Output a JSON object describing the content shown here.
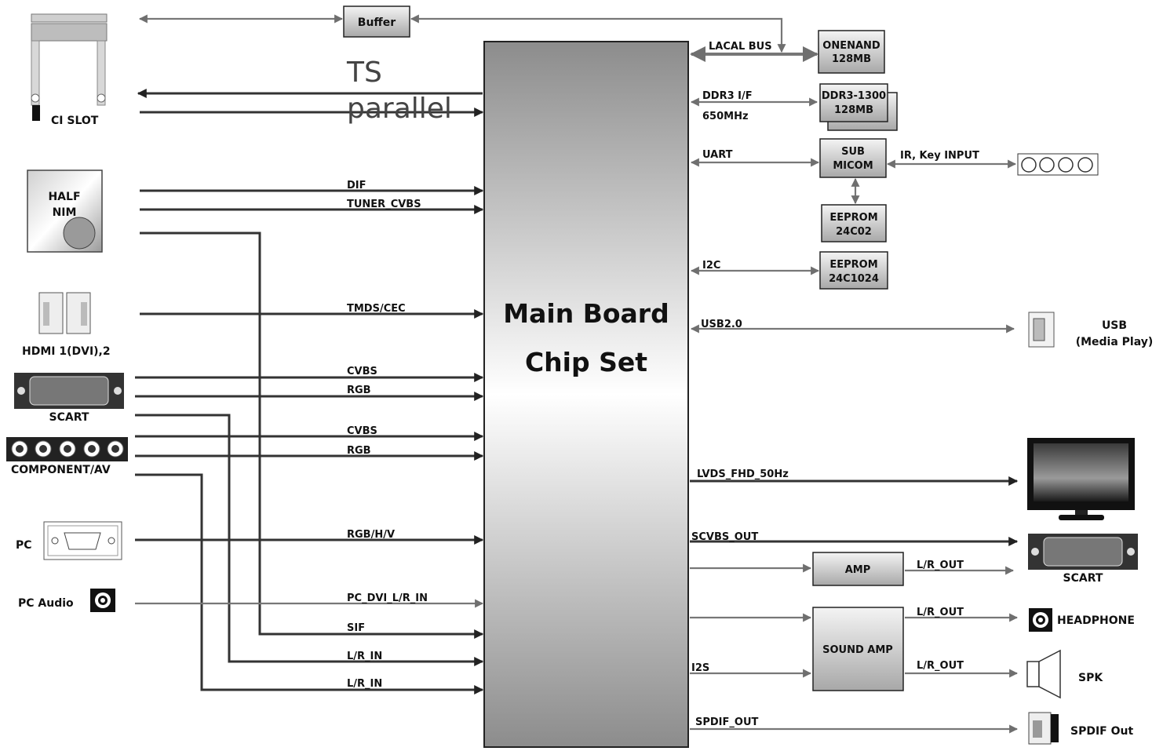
{
  "main_block": {
    "line1": "Main Board",
    "line2": "Chip Set"
  },
  "ts": {
    "line1": "TS",
    "line2": "parallel"
  },
  "buffer": "Buffer",
  "left": {
    "ci_slot": "CI SLOT",
    "half_nim_1": "HALF",
    "half_nim_2": "NIM",
    "hdmi": "HDMI 1(DVI),2",
    "scart": "SCART",
    "component": "COMPONENT/AV",
    "pc": "PC",
    "pc_audio": "PC Audio"
  },
  "left_signals": {
    "dif": "DIF",
    "tuner_cvbs": "TUNER_CVBS",
    "tmds": "TMDS/CEC",
    "cvbs1": "CVBS",
    "rgb1": "RGB",
    "cvbs2": "CVBS",
    "rgb2": "RGB",
    "rgbhv": "RGB/H/V",
    "pc_dvi": "PC_DVI_L/R_IN",
    "sif": "SIF",
    "lr_in1": "L/R_IN",
    "lr_in2": "L/R_IN"
  },
  "right_signals": {
    "lacal_bus": "LACAL BUS",
    "ddr3_if": "DDR3 I/F",
    "mhz": "650MHz",
    "uart": "UART",
    "ir_key": "IR, Key INPUT",
    "i2c": "I2C",
    "usb20": "USB2.0",
    "lvds": "LVDS_FHD_50Hz",
    "scvbs_out": "SCVBS_OUT",
    "lr_out1": "L/R_OUT",
    "lr_out2": "L/R_OUT",
    "lr_out3": "L/R_OUT",
    "i2s": "I2S",
    "spdif_out_sig": "SPDIF_OUT"
  },
  "chips": {
    "onenand_1": "ONENAND",
    "onenand_2": "128MB",
    "ddr3_1": "DDR3-1300",
    "ddr3_2": "128MB",
    "submicom_1": "SUB",
    "submicom_2": "MICOM",
    "eeprom1_1": "EEPROM",
    "eeprom1_2": "24C02",
    "eeprom2_1": "EEPROM",
    "eeprom2_2": "24C1024",
    "amp": "AMP",
    "sound_amp": "SOUND AMP"
  },
  "right": {
    "usb_1": "USB",
    "usb_2": "(Media Play)",
    "scart": "SCART",
    "headphone": "HEADPHONE",
    "spk": "SPK",
    "spdif": "SPDIF Out"
  }
}
